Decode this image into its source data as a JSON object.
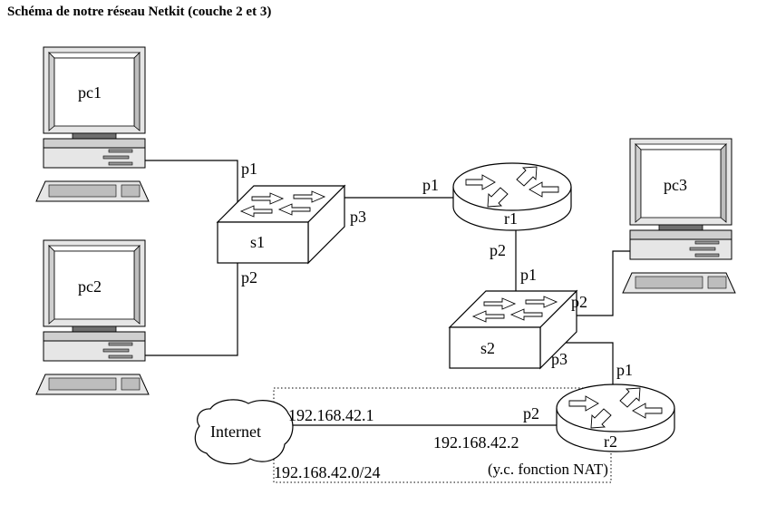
{
  "title": "Schéma de notre réseau Netkit (couche 2 et 3)",
  "nodes": {
    "pc1": "pc1",
    "pc2": "pc2",
    "pc3": "pc3",
    "s1": "s1",
    "s2": "s2",
    "r1": "r1",
    "r2": "r2",
    "internet": "Internet"
  },
  "ports": {
    "s1_p1": "p1",
    "s1_p2": "p2",
    "s1_p3": "p3",
    "r1_p1": "p1",
    "r1_p2": "p2",
    "s2_p1": "p1",
    "s2_p2": "p2",
    "s2_p3": "p3",
    "r2_p1": "p1",
    "r2_p2": "p2"
  },
  "addresses": {
    "internet_gw": "192.168.42.1",
    "r2_ip": "192.168.42.2",
    "subnet": "192.168.42.0/24",
    "nat_note": "(y.c. fonction NAT)"
  }
}
